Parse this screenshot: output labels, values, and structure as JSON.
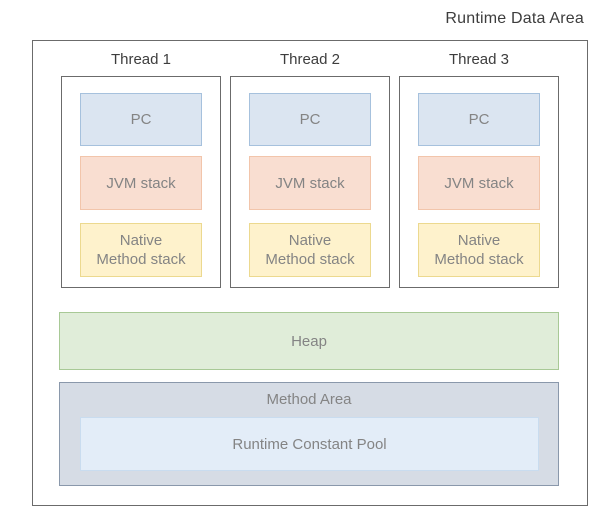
{
  "title": "Runtime Data Area",
  "threads": [
    {
      "label": "Thread 1",
      "pc_label": "PC",
      "jvm_stack_label": "JVM stack",
      "native_stack_lines": [
        "Native",
        "Method stack"
      ]
    },
    {
      "label": "Thread 2",
      "pc_label": "PC",
      "jvm_stack_label": "JVM stack",
      "native_stack_lines": [
        "Native",
        "Method stack"
      ]
    },
    {
      "label": "Thread 3",
      "pc_label": "PC",
      "jvm_stack_label": "JVM stack",
      "native_stack_lines": [
        "Native",
        "Method stack"
      ]
    }
  ],
  "heap": {
    "label": "Heap"
  },
  "method_area": {
    "label": "Method Area",
    "runtime_constant_pool_label": "Runtime Constant Pool"
  },
  "colors": {
    "pc_fill": "#dbe5f1",
    "pc_border": "#a6c1dd",
    "jvm_stack_fill": "#f9ded1",
    "jvm_stack_border": "#f2c5ab",
    "native_stack_fill": "#fef2cc",
    "native_stack_border": "#ecd98f",
    "heap_fill": "#e0edd9",
    "heap_border": "#a8c996",
    "method_area_fill": "#d6dce5",
    "method_area_border": "#8a98ab",
    "runtime_constant_pool_fill": "#e3edf8",
    "runtime_constant_pool_border": "#c9dcef",
    "box_outline": "#6b6b6b",
    "heading_text": "#3d3d3d",
    "label_text": "#848484"
  }
}
